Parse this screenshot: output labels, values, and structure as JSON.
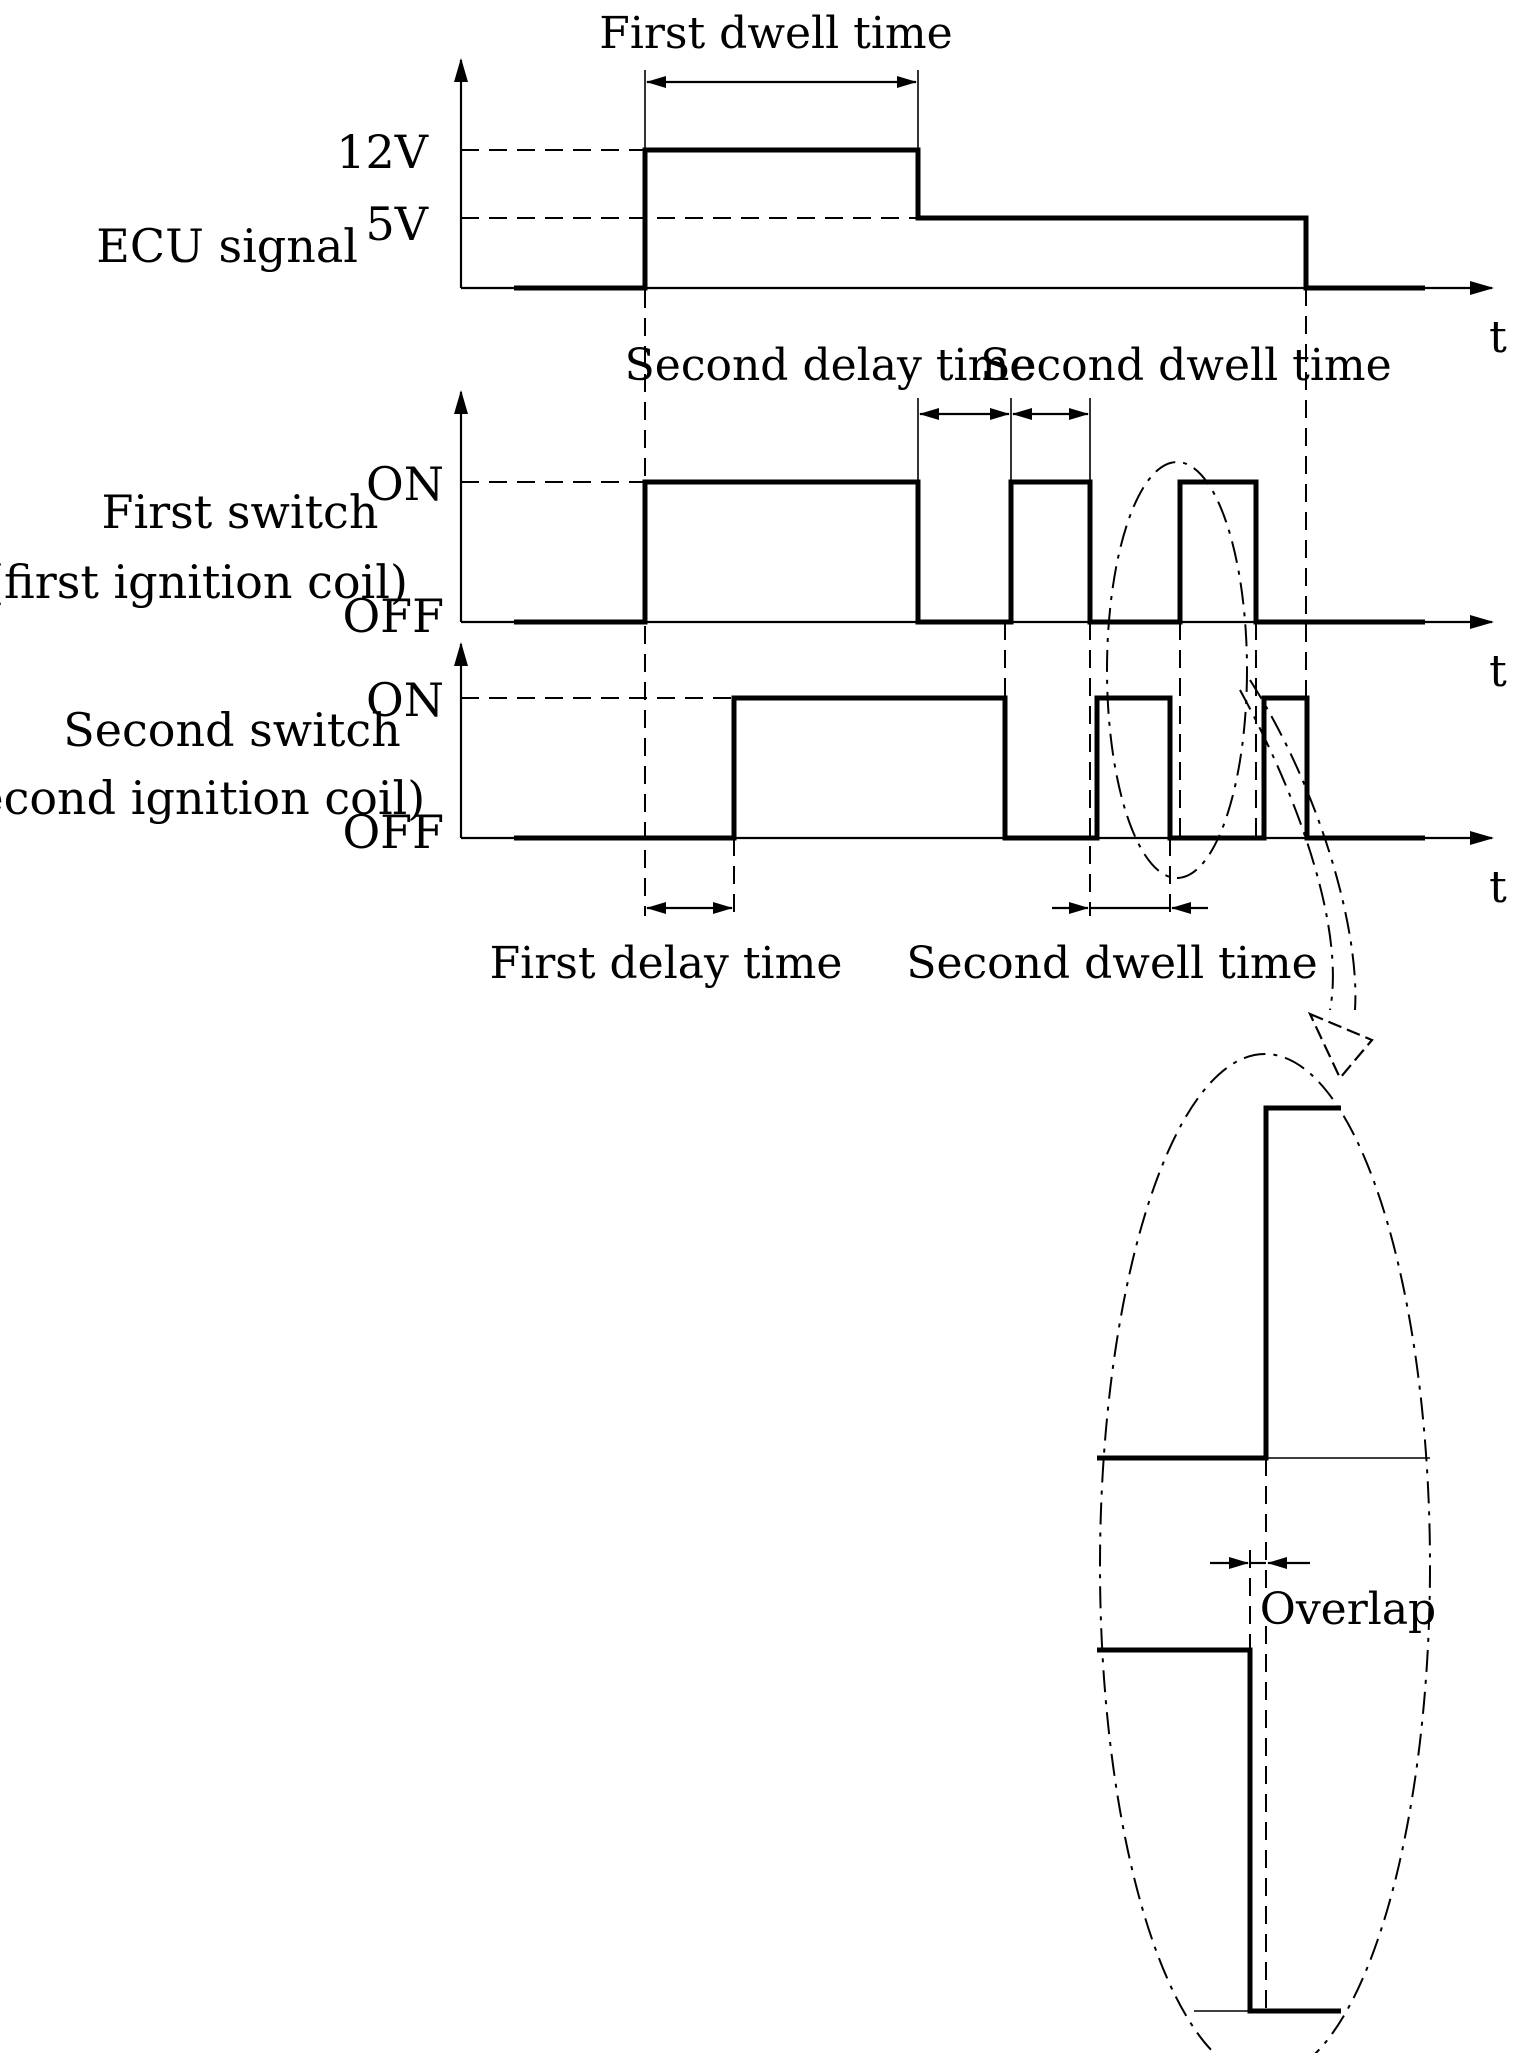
{
  "ecu": {
    "label": "ECU signal",
    "level_high": "12V",
    "level_mid": "5V"
  },
  "switch1": {
    "label_line1": "First switch",
    "label_line2": "(first ignition coil)",
    "on": "ON",
    "off": "OFF"
  },
  "switch2": {
    "label_line1": "Second switch",
    "label_line2": "(second ignition coil)",
    "on": "ON",
    "off": "OFF"
  },
  "time_axis": "t",
  "annotations": {
    "first_dwell": "First dwell time",
    "second_delay": "Second delay time",
    "second_dwell_top": "Second dwell time",
    "first_delay": "First delay time",
    "second_dwell_bottom": "Second dwell time",
    "overlap": "Overlap"
  },
  "colors": {
    "ink": "#000000",
    "background": "#ffffff"
  }
}
